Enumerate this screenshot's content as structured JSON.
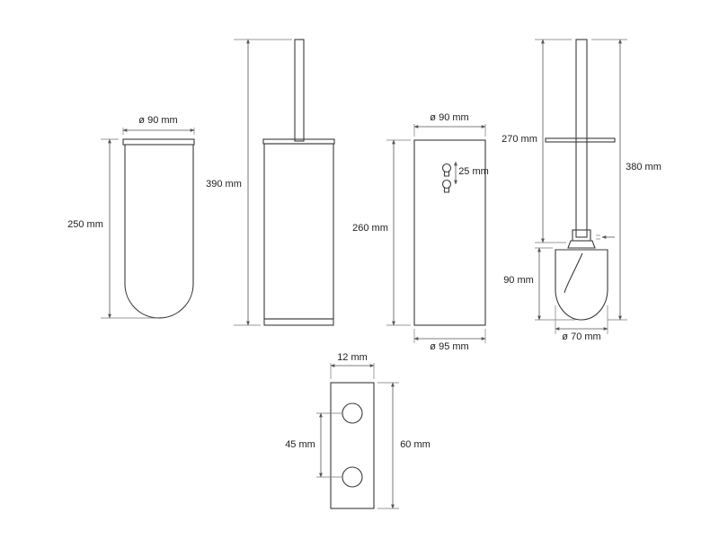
{
  "views": {
    "glass": {
      "width_label": "ø 90 mm",
      "height_label": "250 mm"
    },
    "assembly": {
      "height_label": "390 mm"
    },
    "holder": {
      "width_top_label": "ø 90 mm",
      "hole_spacing_label": "25 mm",
      "height_label": "260 mm",
      "width_bottom_label": "ø 95 mm"
    },
    "brush": {
      "handle_label": "270 mm",
      "total_label": "380 mm",
      "head_height_label": "90 mm",
      "head_width_label": "ø 70 mm"
    },
    "bracket": {
      "width_label": "12 mm",
      "hole_spacing_label": "45 mm",
      "height_label": "60 mm"
    }
  }
}
